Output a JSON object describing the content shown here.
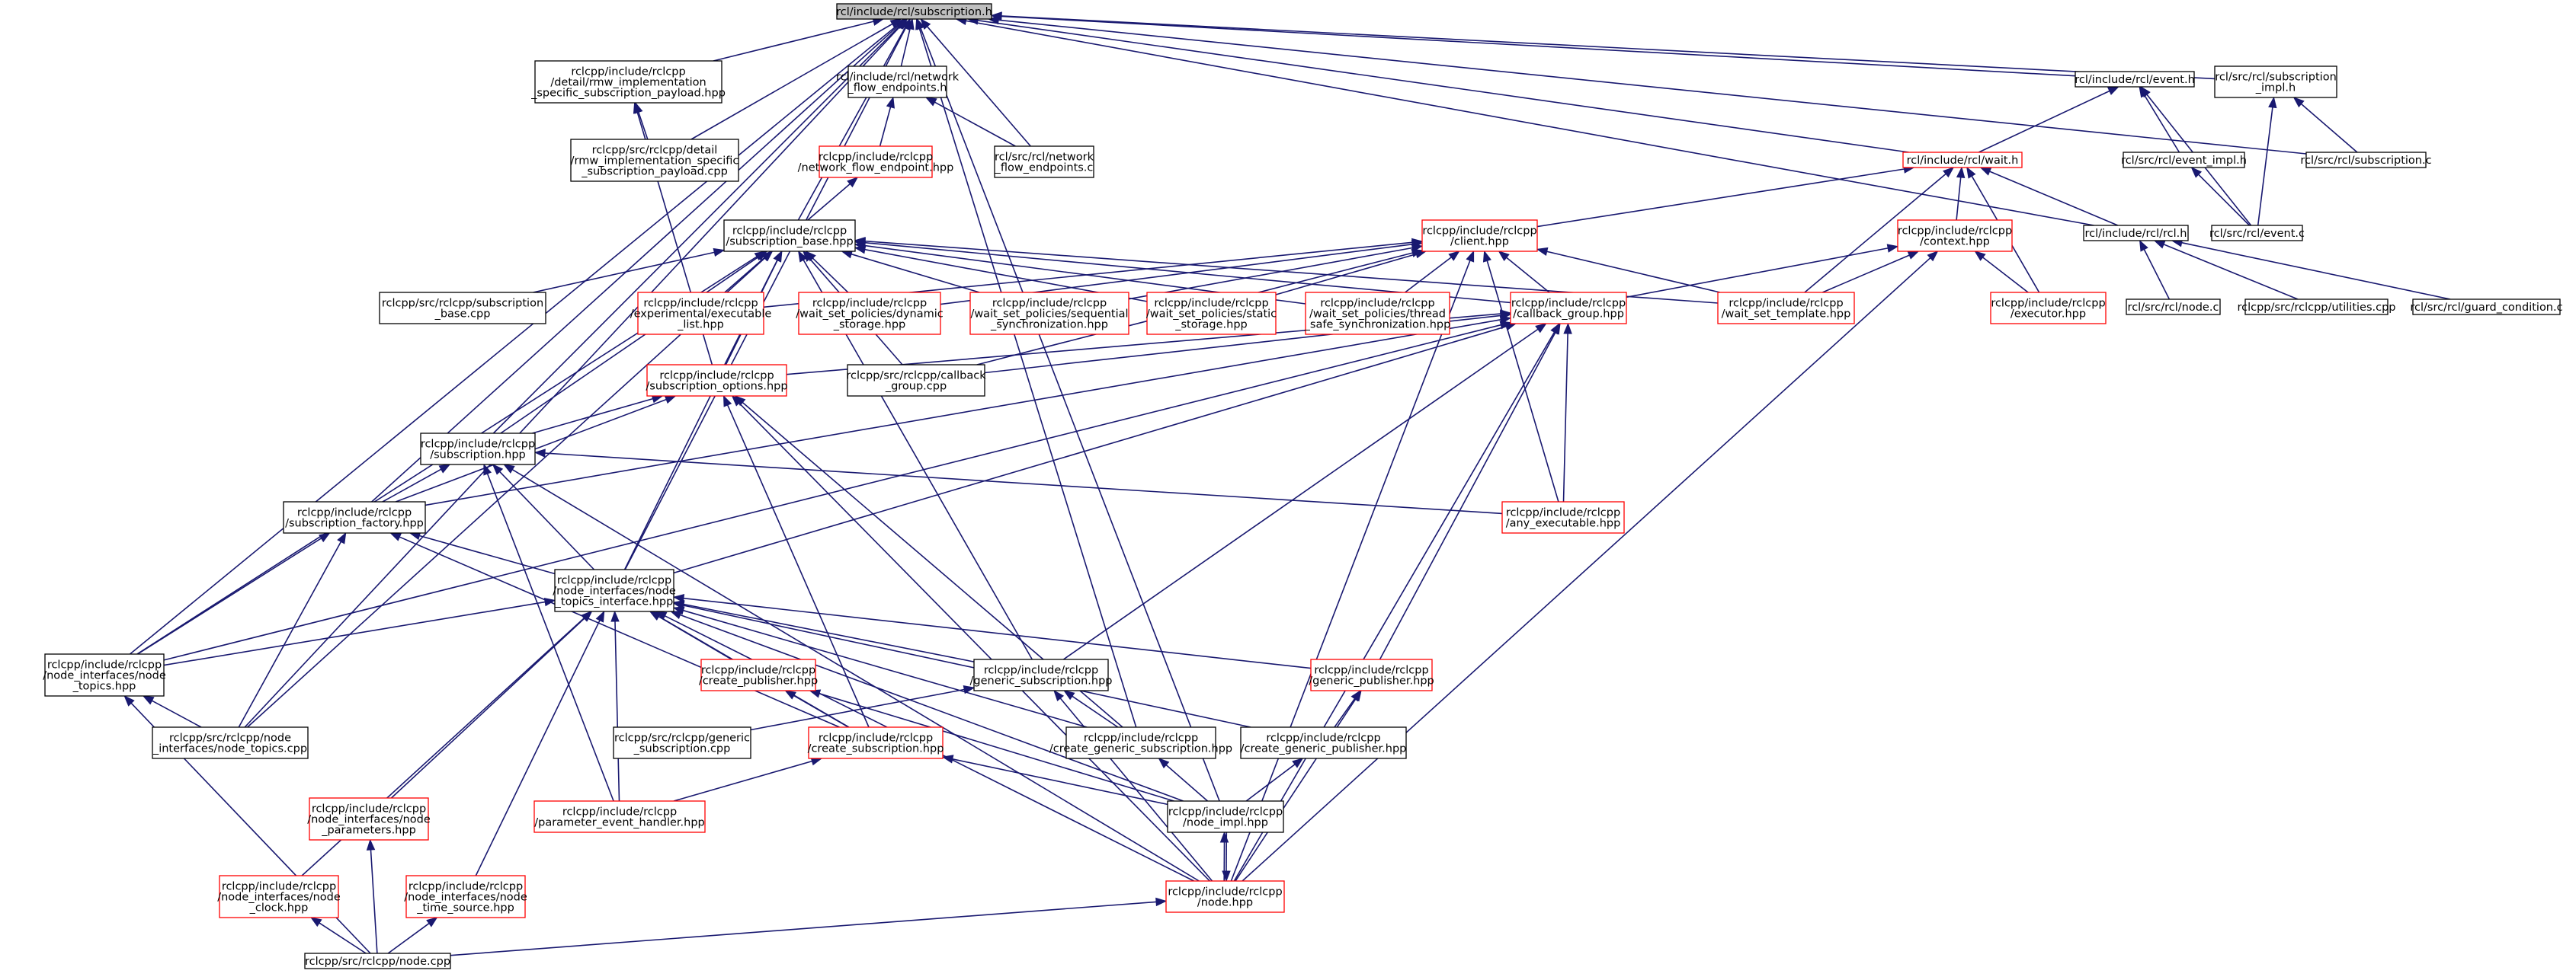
{
  "colors": {
    "edge": "#191970",
    "node_border_normal": "#000000",
    "node_border_truncated": "#ff0000",
    "root_fill": "#bfbfbf",
    "node_fill": "#ffffff"
  },
  "nodes": [
    {
      "id": "root",
      "label": [
        "rcl/include/rcl/subscription.h"
      ],
      "root": true,
      "border": "normal"
    },
    {
      "id": "payload_hpp",
      "label": [
        "rclcpp/include/rclcpp",
        "/detail/rmw_implementation",
        "_specific_subscription_payload.hpp"
      ],
      "border": "normal"
    },
    {
      "id": "nfe_h",
      "label": [
        "rcl/include/rcl/network",
        "_flow_endpoints.h"
      ],
      "border": "normal"
    },
    {
      "id": "event_h",
      "label": [
        "rcl/include/rcl/event.h"
      ],
      "border": "normal"
    },
    {
      "id": "sub_impl_h",
      "label": [
        "rcl/src/rcl/subscription",
        "_impl.h"
      ],
      "border": "normal"
    },
    {
      "id": "payload_cpp",
      "label": [
        "rclcpp/src/rclcpp/detail",
        "/rmw_implementation_specific",
        "_subscription_payload.cpp"
      ],
      "border": "normal"
    },
    {
      "id": "nfe_hpp",
      "label": [
        "rclcpp/include/rclcpp",
        "/network_flow_endpoint.hpp"
      ],
      "border": "truncated"
    },
    {
      "id": "nfe_c",
      "label": [
        "rcl/src/rcl/network",
        "_flow_endpoints.c"
      ],
      "border": "normal"
    },
    {
      "id": "wait_h",
      "label": [
        "rcl/include/rcl/wait.h"
      ],
      "border": "truncated"
    },
    {
      "id": "event_impl_h",
      "label": [
        "rcl/src/rcl/event_impl.h"
      ],
      "border": "normal"
    },
    {
      "id": "subscription_c",
      "label": [
        "rcl/src/rcl/subscription.c"
      ],
      "border": "normal"
    },
    {
      "id": "rcl_h",
      "label": [
        "rcl/include/rcl/rcl.h"
      ],
      "border": "normal"
    },
    {
      "id": "event_c",
      "label": [
        "rcl/src/rcl/event.c"
      ],
      "border": "normal"
    },
    {
      "id": "sub_base_hpp",
      "label": [
        "rclcpp/include/rclcpp",
        "/subscription_base.hpp"
      ],
      "border": "normal"
    },
    {
      "id": "client_hpp",
      "label": [
        "rclcpp/include/rclcpp",
        "/client.hpp"
      ],
      "border": "truncated"
    },
    {
      "id": "context_hpp",
      "label": [
        "rclcpp/include/rclcpp",
        "/context.hpp"
      ],
      "border": "truncated"
    },
    {
      "id": "sub_base_cpp",
      "label": [
        "rclcpp/src/rclcpp/subscription",
        "_base.cpp"
      ],
      "border": "normal"
    },
    {
      "id": "exec_list_hpp",
      "label": [
        "rclcpp/include/rclcpp",
        "/experimental/executable",
        "_list.hpp"
      ],
      "border": "truncated"
    },
    {
      "id": "ws_dyn_hpp",
      "label": [
        "rclcpp/include/rclcpp",
        "/wait_set_policies/dynamic",
        "_storage.hpp"
      ],
      "border": "truncated"
    },
    {
      "id": "ws_seq_hpp",
      "label": [
        "rclcpp/include/rclcpp",
        "/wait_set_policies/sequential",
        "_synchronization.hpp"
      ],
      "border": "truncated"
    },
    {
      "id": "ws_static_hpp",
      "label": [
        "rclcpp/include/rclcpp",
        "/wait_set_policies/static",
        "_storage.hpp"
      ],
      "border": "truncated"
    },
    {
      "id": "ws_thread_hpp",
      "label": [
        "rclcpp/include/rclcpp",
        "/wait_set_policies/thread",
        "_safe_synchronization.hpp"
      ],
      "border": "truncated"
    },
    {
      "id": "cb_group_hpp",
      "label": [
        "rclcpp/include/rclcpp",
        "/callback_group.hpp"
      ],
      "border": "truncated"
    },
    {
      "id": "ws_template_hpp",
      "label": [
        "rclcpp/include/rclcpp",
        "/wait_set_template.hpp"
      ],
      "border": "truncated"
    },
    {
      "id": "executor_hpp",
      "label": [
        "rclcpp/include/rclcpp",
        "/executor.hpp"
      ],
      "border": "truncated"
    },
    {
      "id": "node_c",
      "label": [
        "rcl/src/rcl/node.c"
      ],
      "border": "normal"
    },
    {
      "id": "utilities_cpp",
      "label": [
        "rclcpp/src/rclcpp/utilities.cpp"
      ],
      "border": "normal"
    },
    {
      "id": "guard_c",
      "label": [
        "rcl/src/rcl/guard_condition.c"
      ],
      "border": "normal"
    },
    {
      "id": "sub_options_hpp",
      "label": [
        "rclcpp/include/rclcpp",
        "/subscription_options.hpp"
      ],
      "border": "truncated"
    },
    {
      "id": "cb_group_cpp",
      "label": [
        "rclcpp/src/rclcpp/callback",
        "_group.cpp"
      ],
      "border": "normal"
    },
    {
      "id": "subscription_hpp",
      "label": [
        "rclcpp/include/rclcpp",
        "/subscription.hpp"
      ],
      "border": "normal"
    },
    {
      "id": "sub_factory_hpp",
      "label": [
        "rclcpp/include/rclcpp",
        "/subscription_factory.hpp"
      ],
      "border": "normal"
    },
    {
      "id": "any_exec_hpp",
      "label": [
        "rclcpp/include/rclcpp",
        "/any_executable.hpp"
      ],
      "border": "truncated"
    },
    {
      "id": "topics_iface_hpp",
      "label": [
        "rclcpp/include/rclcpp",
        "/node_interfaces/node",
        "_topics_interface.hpp"
      ],
      "border": "normal"
    },
    {
      "id": "node_topics_hpp",
      "label": [
        "rclcpp/include/rclcpp",
        "/node_interfaces/node",
        "_topics.hpp"
      ],
      "border": "normal"
    },
    {
      "id": "create_pub_hpp",
      "label": [
        "rclcpp/include/rclcpp",
        "/create_publisher.hpp"
      ],
      "border": "truncated"
    },
    {
      "id": "generic_sub_hpp",
      "label": [
        "rclcpp/include/rclcpp",
        "/generic_subscription.hpp"
      ],
      "border": "normal"
    },
    {
      "id": "generic_pub_hpp",
      "label": [
        "rclcpp/include/rclcpp",
        "/generic_publisher.hpp"
      ],
      "border": "truncated"
    },
    {
      "id": "node_topics_cpp",
      "label": [
        "rclcpp/src/rclcpp/node",
        "_interfaces/node_topics.cpp"
      ],
      "border": "normal"
    },
    {
      "id": "generic_sub_cpp",
      "label": [
        "rclcpp/src/rclcpp/generic",
        "_subscription.cpp"
      ],
      "border": "normal"
    },
    {
      "id": "create_sub_hpp",
      "label": [
        "rclcpp/include/rclcpp",
        "/create_subscription.hpp"
      ],
      "border": "truncated"
    },
    {
      "id": "create_gen_sub_hpp",
      "label": [
        "rclcpp/include/rclcpp",
        "/create_generic_subscription.hpp"
      ],
      "border": "normal"
    },
    {
      "id": "create_gen_pub_hpp",
      "label": [
        "rclcpp/include/rclcpp",
        "/create_generic_publisher.hpp"
      ],
      "border": "normal"
    },
    {
      "id": "node_params_hpp",
      "label": [
        "rclcpp/include/rclcpp",
        "/node_interfaces/node",
        "_parameters.hpp"
      ],
      "border": "truncated"
    },
    {
      "id": "param_handler_hpp",
      "label": [
        "rclcpp/include/rclcpp",
        "/parameter_event_handler.hpp"
      ],
      "border": "truncated"
    },
    {
      "id": "node_impl_hpp",
      "label": [
        "rclcpp/include/rclcpp",
        "/node_impl.hpp"
      ],
      "border": "normal"
    },
    {
      "id": "node_clock_hpp",
      "label": [
        "rclcpp/include/rclcpp",
        "/node_interfaces/node",
        "_clock.hpp"
      ],
      "border": "truncated"
    },
    {
      "id": "node_time_hpp",
      "label": [
        "rclcpp/include/rclcpp",
        "/node_interfaces/node",
        "_time_source.hpp"
      ],
      "border": "truncated"
    },
    {
      "id": "node_hpp",
      "label": [
        "rclcpp/include/rclcpp",
        "/node.hpp"
      ],
      "border": "truncated"
    },
    {
      "id": "node_cpp",
      "label": [
        "rclcpp/src/rclcpp/node.cpp"
      ],
      "border": "normal"
    }
  ],
  "edges": [
    [
      "payload_hpp",
      "root"
    ],
    [
      "nfe_h",
      "root"
    ],
    [
      "event_h",
      "root"
    ],
    [
      "sub_impl_h",
      "root"
    ],
    [
      "subscription_c",
      "root"
    ],
    [
      "rcl_h",
      "root"
    ],
    [
      "wait_h",
      "root"
    ],
    [
      "payload_cpp",
      "root"
    ],
    [
      "nfe_c",
      "root"
    ],
    [
      "sub_base_hpp",
      "root"
    ],
    [
      "subscription_hpp",
      "root"
    ],
    [
      "sub_factory_hpp",
      "root"
    ],
    [
      "topics_iface_hpp",
      "root"
    ],
    [
      "node_topics_hpp",
      "root"
    ],
    [
      "node_topics_cpp",
      "root"
    ],
    [
      "create_gen_sub_hpp",
      "root"
    ],
    [
      "node_impl_hpp",
      "root"
    ],
    [
      "payload_cpp",
      "payload_hpp"
    ],
    [
      "sub_options_hpp",
      "payload_hpp"
    ],
    [
      "nfe_hpp",
      "nfe_h"
    ],
    [
      "nfe_c",
      "nfe_h"
    ],
    [
      "wait_h",
      "event_h"
    ],
    [
      "event_impl_h",
      "event_h"
    ],
    [
      "event_c",
      "event_h"
    ],
    [
      "subscription_c",
      "sub_impl_h"
    ],
    [
      "event_c",
      "sub_impl_h"
    ],
    [
      "event_c",
      "event_impl_h"
    ],
    [
      "sub_base_hpp",
      "nfe_hpp"
    ],
    [
      "client_hpp",
      "wait_h"
    ],
    [
      "context_hpp",
      "wait_h"
    ],
    [
      "rcl_h",
      "wait_h"
    ],
    [
      "ws_template_hpp",
      "wait_h"
    ],
    [
      "executor_hpp",
      "wait_h"
    ],
    [
      "node_c",
      "rcl_h"
    ],
    [
      "utilities_cpp",
      "rcl_h"
    ],
    [
      "guard_c",
      "rcl_h"
    ],
    [
      "cb_group_hpp",
      "context_hpp"
    ],
    [
      "ws_template_hpp",
      "context_hpp"
    ],
    [
      "executor_hpp",
      "context_hpp"
    ],
    [
      "node_hpp",
      "context_hpp"
    ],
    [
      "sub_base_cpp",
      "sub_base_hpp"
    ],
    [
      "exec_list_hpp",
      "sub_base_hpp"
    ],
    [
      "ws_dyn_hpp",
      "sub_base_hpp"
    ],
    [
      "ws_seq_hpp",
      "sub_base_hpp"
    ],
    [
      "ws_static_hpp",
      "sub_base_hpp"
    ],
    [
      "ws_thread_hpp",
      "sub_base_hpp"
    ],
    [
      "cb_group_hpp",
      "sub_base_hpp"
    ],
    [
      "ws_template_hpp",
      "sub_base_hpp"
    ],
    [
      "sub_options_hpp",
      "sub_base_hpp"
    ],
    [
      "cb_group_cpp",
      "sub_base_hpp"
    ],
    [
      "subscription_hpp",
      "sub_base_hpp"
    ],
    [
      "node_topics_hpp",
      "sub_base_hpp"
    ],
    [
      "node_topics_cpp",
      "sub_base_hpp"
    ],
    [
      "topics_iface_hpp",
      "sub_base_hpp"
    ],
    [
      "generic_sub_hpp",
      "sub_base_hpp"
    ],
    [
      "exec_list_hpp",
      "client_hpp"
    ],
    [
      "ws_dyn_hpp",
      "client_hpp"
    ],
    [
      "ws_seq_hpp",
      "client_hpp"
    ],
    [
      "ws_static_hpp",
      "client_hpp"
    ],
    [
      "ws_thread_hpp",
      "client_hpp"
    ],
    [
      "cb_group_hpp",
      "client_hpp"
    ],
    [
      "ws_template_hpp",
      "client_hpp"
    ],
    [
      "cb_group_cpp",
      "client_hpp"
    ],
    [
      "any_exec_hpp",
      "client_hpp"
    ],
    [
      "node_hpp",
      "client_hpp"
    ],
    [
      "sub_options_hpp",
      "cb_group_hpp"
    ],
    [
      "cb_group_cpp",
      "cb_group_hpp"
    ],
    [
      "any_exec_hpp",
      "cb_group_hpp"
    ],
    [
      "generic_sub_hpp",
      "cb_group_hpp"
    ],
    [
      "generic_pub_hpp",
      "cb_group_hpp"
    ],
    [
      "node_hpp",
      "cb_group_hpp"
    ],
    [
      "node_topics_hpp",
      "cb_group_hpp"
    ],
    [
      "topics_iface_hpp",
      "cb_group_hpp"
    ],
    [
      "sub_factory_hpp",
      "cb_group_hpp"
    ],
    [
      "subscription_hpp",
      "sub_options_hpp"
    ],
    [
      "sub_factory_hpp",
      "sub_options_hpp"
    ],
    [
      "create_sub_hpp",
      "sub_options_hpp"
    ],
    [
      "create_gen_sub_hpp",
      "sub_options_hpp"
    ],
    [
      "node_hpp",
      "sub_options_hpp"
    ],
    [
      "sub_factory_hpp",
      "subscription_hpp"
    ],
    [
      "topics_iface_hpp",
      "subscription_hpp"
    ],
    [
      "any_exec_hpp",
      "subscription_hpp"
    ],
    [
      "param_handler_hpp",
      "subscription_hpp"
    ],
    [
      "node_hpp",
      "subscription_hpp"
    ],
    [
      "topics_iface_hpp",
      "sub_factory_hpp"
    ],
    [
      "node_topics_hpp",
      "sub_factory_hpp"
    ],
    [
      "node_topics_cpp",
      "sub_factory_hpp"
    ],
    [
      "create_sub_hpp",
      "sub_factory_hpp"
    ],
    [
      "node_topics_hpp",
      "topics_iface_hpp"
    ],
    [
      "create_pub_hpp",
      "topics_iface_hpp"
    ],
    [
      "generic_sub_hpp",
      "topics_iface_hpp"
    ],
    [
      "generic_pub_hpp",
      "topics_iface_hpp"
    ],
    [
      "create_sub_hpp",
      "topics_iface_hpp"
    ],
    [
      "create_gen_sub_hpp",
      "topics_iface_hpp"
    ],
    [
      "create_gen_pub_hpp",
      "topics_iface_hpp"
    ],
    [
      "node_params_hpp",
      "topics_iface_hpp"
    ],
    [
      "param_handler_hpp",
      "topics_iface_hpp"
    ],
    [
      "node_impl_hpp",
      "topics_iface_hpp"
    ],
    [
      "node_clock_hpp",
      "topics_iface_hpp"
    ],
    [
      "node_time_hpp",
      "topics_iface_hpp"
    ],
    [
      "node_hpp",
      "topics_iface_hpp"
    ],
    [
      "node_topics_cpp",
      "node_topics_hpp"
    ],
    [
      "node_cpp",
      "node_topics_hpp"
    ],
    [
      "create_sub_hpp",
      "create_pub_hpp"
    ],
    [
      "node_impl_hpp",
      "create_pub_hpp"
    ],
    [
      "generic_sub_cpp",
      "generic_sub_hpp"
    ],
    [
      "create_gen_sub_hpp",
      "generic_sub_hpp"
    ],
    [
      "node_hpp",
      "generic_sub_hpp"
    ],
    [
      "create_gen_pub_hpp",
      "generic_pub_hpp"
    ],
    [
      "node_hpp",
      "generic_pub_hpp"
    ],
    [
      "param_handler_hpp",
      "create_sub_hpp"
    ],
    [
      "node_impl_hpp",
      "create_sub_hpp"
    ],
    [
      "node_impl_hpp",
      "create_gen_sub_hpp"
    ],
    [
      "node_impl_hpp",
      "create_gen_pub_hpp"
    ],
    [
      "node_cpp",
      "node_params_hpp"
    ],
    [
      "node_hpp",
      "node_impl_hpp"
    ],
    [
      "node_impl_hpp",
      "node_hpp"
    ],
    [
      "node_cpp",
      "node_clock_hpp"
    ],
    [
      "node_cpp",
      "node_time_hpp"
    ],
    [
      "node_cpp",
      "node_hpp"
    ]
  ]
}
